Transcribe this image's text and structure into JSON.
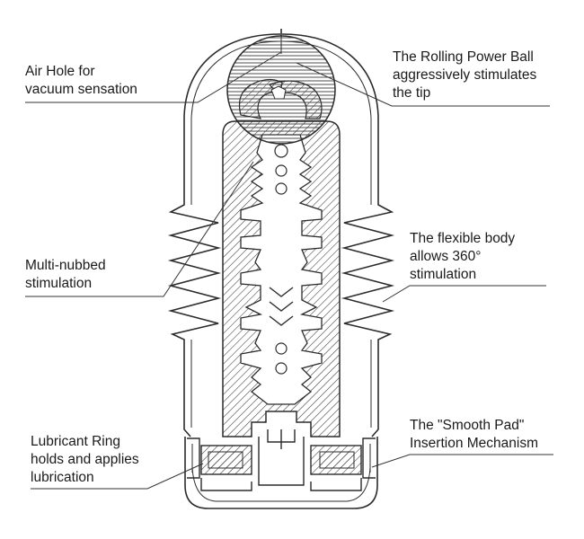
{
  "diagram": {
    "colors": {
      "ink": "#2b2b2b",
      "hatch": "#3a3a3a",
      "background": "#ffffff"
    },
    "callouts": {
      "air_hole": {
        "lines": [
          "Air Hole for",
          "vacuum sensation"
        ]
      },
      "power_ball": {
        "lines": [
          "The Rolling Power Ball",
          "aggressively stimulates",
          "the tip"
        ]
      },
      "nubs": {
        "lines": [
          "Multi-nubbed",
          "stimulation"
        ]
      },
      "flexible": {
        "lines": [
          "The flexible body",
          "allows 360°",
          "stimulation"
        ]
      },
      "lube_ring": {
        "lines": [
          "Lubricant Ring",
          "holds and applies",
          "lubrication"
        ]
      },
      "smooth_pad": {
        "lines": [
          "The \"Smooth Pad\"",
          "Insertion Mechanism"
        ]
      }
    }
  }
}
